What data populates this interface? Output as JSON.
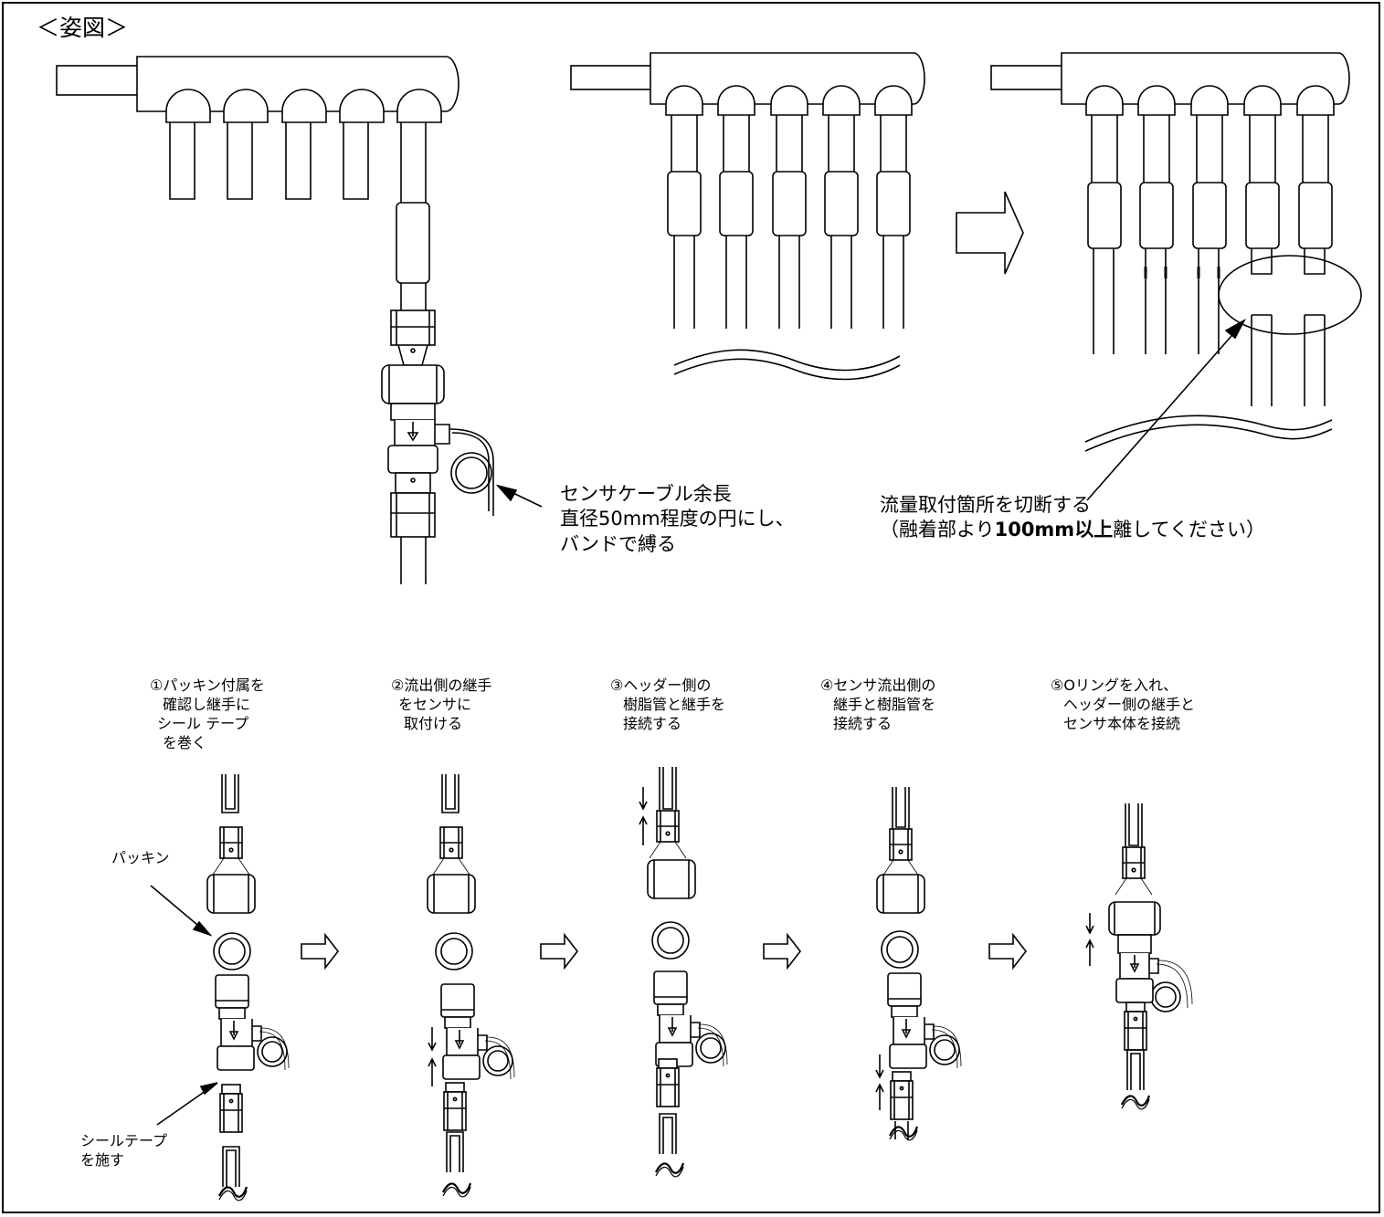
{
  "title": "＜姿図＞",
  "top": {
    "cable_note": [
      "センサケーブル余長",
      "直径50mm程度の円にし、",
      "バンドで縛る"
    ],
    "cut_note_line1": "流量取付箇所を切断する",
    "cut_note_line2": {
      "prefix": "（融着部より",
      "bold": "100mm以上",
      "suffix": "離してください）"
    }
  },
  "steps": [
    {
      "label": [
        "①パッキン付属を",
        "確認し継手に",
        "シール テープ",
        "を巻く"
      ]
    },
    {
      "label": [
        "②流出側の継手",
        "をセンサに",
        "取付ける"
      ]
    },
    {
      "label": [
        "③ヘッダー側の",
        "樹脂管と継手を",
        "接続する"
      ]
    },
    {
      "label": [
        "④センサ流出側の",
        "継手と樹脂管を",
        "接続する"
      ]
    },
    {
      "label": [
        "⑤Oリングを入れ、",
        "ヘッダー側の継手と",
        "センサ本体を接続"
      ]
    }
  ],
  "annotations": {
    "packing": "パッキン",
    "seal_tape": [
      "シールテープ",
      "を施す"
    ]
  }
}
